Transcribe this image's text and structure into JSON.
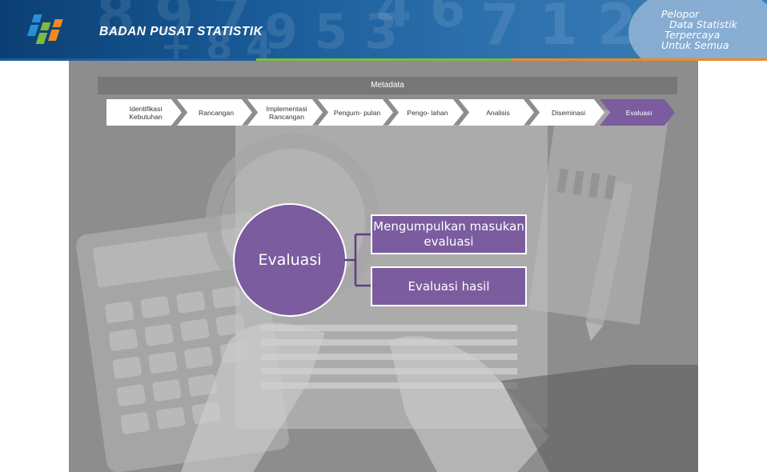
{
  "header": {
    "brand": "BADAN PUSAT STATISTIK",
    "tagline": [
      "Pelopor",
      "Data Statistik",
      "Terpercaya",
      "Untuk Semua"
    ],
    "logo_icon": "bps-logo-icon"
  },
  "metadata_label": "Metadata",
  "process_steps": [
    {
      "label": "Identifikasi Kebutuhan",
      "active": false
    },
    {
      "label": "Rancangan",
      "active": false
    },
    {
      "label": "Implementasi Rancangan",
      "active": false
    },
    {
      "label": "Pengum- pulan",
      "active": false
    },
    {
      "label": "Pengo- lahan",
      "active": false
    },
    {
      "label": "Analisis",
      "active": false
    },
    {
      "label": "Diseminasi",
      "active": false
    },
    {
      "label": "Evaluasi",
      "active": true
    }
  ],
  "diagram": {
    "center": "Evaluasi",
    "items": [
      "Mengumpulkan masukan evaluasi",
      "Evaluasi hasil"
    ]
  },
  "colors": {
    "header_blue": "#1a5c99",
    "accent_purple": "#7b5c9f",
    "metadata_gray": "#777777",
    "background_gray": "#8d8d8d"
  }
}
